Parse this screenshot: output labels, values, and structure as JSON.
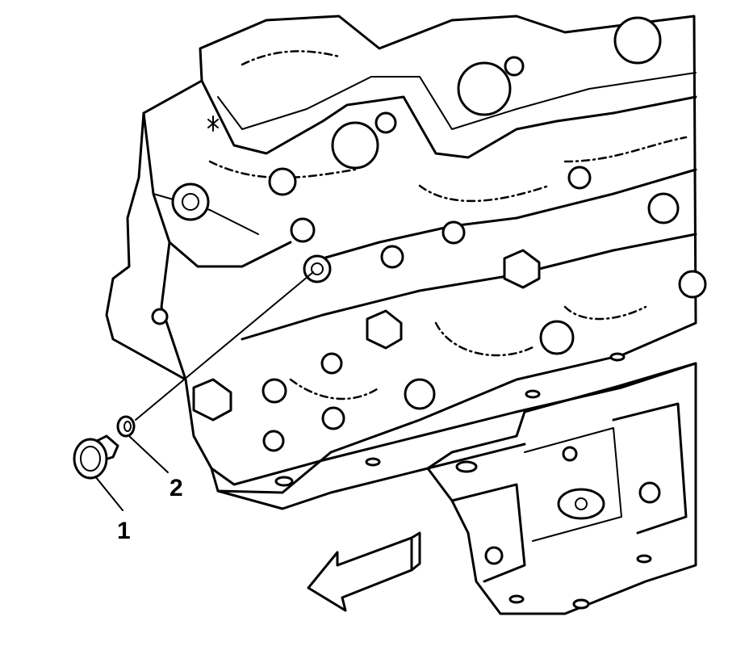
{
  "diagram": {
    "callouts": [
      {
        "id": "1",
        "label": "1"
      },
      {
        "id": "2",
        "label": "2"
      }
    ],
    "components": [
      {
        "name": "engine-block",
        "icon": "engine-block-icon"
      },
      {
        "name": "plug",
        "icon": "plug-icon",
        "callout": "1"
      },
      {
        "name": "seal",
        "icon": "o-ring-icon",
        "callout": "2"
      },
      {
        "name": "direction-arrow",
        "icon": "arrow-left-icon"
      }
    ],
    "colors": {
      "line": "#000000",
      "background": "#ffffff"
    }
  }
}
